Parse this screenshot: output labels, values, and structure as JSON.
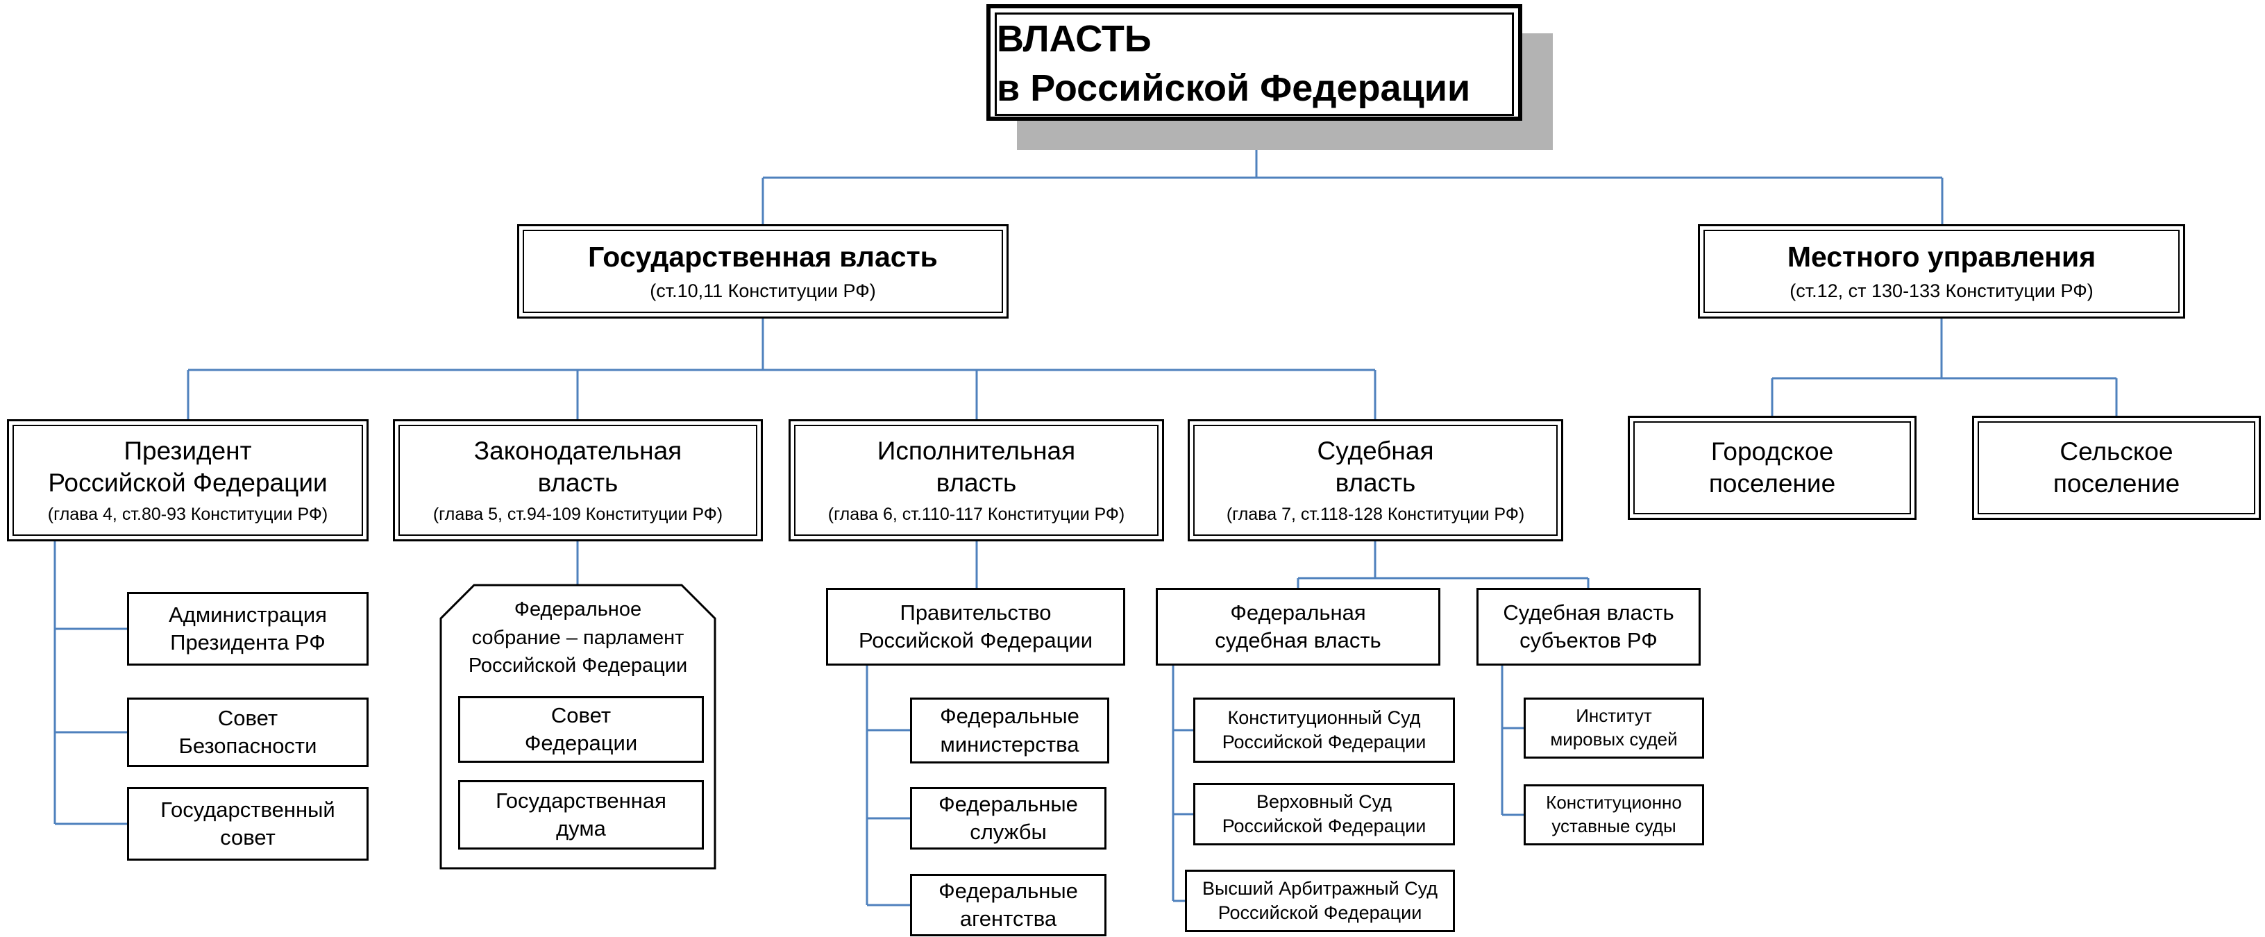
{
  "diagram": {
    "colors": {
      "line": "#4f81bd",
      "shadow": "#b3b3b3",
      "border": "#000000",
      "background": "#ffffff"
    },
    "title": {
      "label": "ВЛАСТЬ\nв Российской Федерации"
    },
    "nodes": {
      "state_power": {
        "label": "Государственная власть",
        "ref": "(ст.10,11 Конституции РФ)"
      },
      "local_gov": {
        "label": "Местного управления",
        "ref": "(ст.12, ст 130-133 Конституции РФ)"
      },
      "president": {
        "label": "Президент\nРоссийской Федерации",
        "ref": "(глава 4, ст.80-93 Конституции РФ)"
      },
      "legislative": {
        "label": "Законодательная\nвласть",
        "ref": "(глава 5, ст.94-109 Конституции РФ)"
      },
      "executive": {
        "label": "Исполнительная\nвласть",
        "ref": "(глава 6, ст.110-117 Конституции РФ)"
      },
      "judicial": {
        "label": "Судебная\nвласть",
        "ref": "(глава 7, ст.118-128 Конституции РФ)"
      },
      "urban_settlement": {
        "label": "Городское\nпоселение"
      },
      "rural_settlement": {
        "label": "Сельское\nпоселение"
      },
      "presidential_administration": {
        "label": "Администрация\nПрезидента РФ"
      },
      "security_council": {
        "label": "Совет\nБезопасности"
      },
      "state_council": {
        "label": "Государственный\nсовет"
      },
      "federal_assembly": {
        "label": "Федеральное\nсобрание – парламент\nРоссийской Федерации"
      },
      "federation_council": {
        "label": "Совет\nФедерации"
      },
      "state_duma": {
        "label": "Государственная\nдума"
      },
      "government": {
        "label": "Правительство\nРоссийской Федерации"
      },
      "federal_ministries": {
        "label": "Федеральные\nминистерства"
      },
      "federal_services": {
        "label": "Федеральные\nслужбы"
      },
      "federal_agencies": {
        "label": "Федеральные\nагентства"
      },
      "federal_judiciary": {
        "label": "Федеральная\nсудебная власть"
      },
      "regional_judiciary": {
        "label": "Судебная власть\nсубъектов РФ"
      },
      "constitutional_court": {
        "label": "Конституционный Суд\nРоссийской Федерации"
      },
      "supreme_court": {
        "label": "Верховный Суд\nРоссийской Федерации"
      },
      "supreme_arbitration_court": {
        "label": "Высший Арбитражный Суд\nРоссийской Федерации"
      },
      "magistrate_judges": {
        "label": "Институт\nмировых судей"
      },
      "constitutional_charter_courts": {
        "label": "Конституционно\nуставные суды"
      }
    }
  }
}
